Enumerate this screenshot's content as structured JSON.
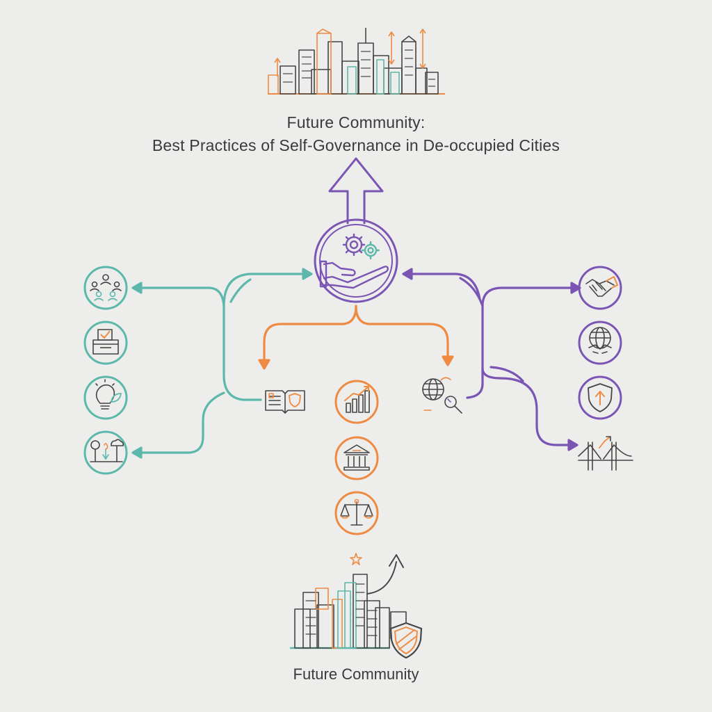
{
  "header": {
    "title_line1": "Future Community:",
    "title_line2": "Best Practices of Self-Governance in De-occupied Cities"
  },
  "footer": {
    "label": "Future Community"
  },
  "colors": {
    "teal": "#5bb8ab",
    "orange": "#ef8a43",
    "purple": "#7a55b3",
    "ink": "#454545",
    "background": "#ededec"
  },
  "icons": {
    "top_city": "city-skyline-icon",
    "center_hub": "hand-gears-icon",
    "left": [
      "community-circle-icon",
      "ballot-box-icon",
      "lightbulb-leaf-icon",
      "eco-city-icon"
    ],
    "center_column": [
      "growth-chart-icon",
      "institution-building-icon",
      "justice-scales-icon"
    ],
    "right": [
      "handshake-icon",
      "global-partnership-icon",
      "security-shield-icon"
    ],
    "branch_ends": [
      "open-book-shield-icon",
      "globe-search-icon",
      "bridge-icon"
    ],
    "bottom_city": "future-city-shield-icon"
  }
}
